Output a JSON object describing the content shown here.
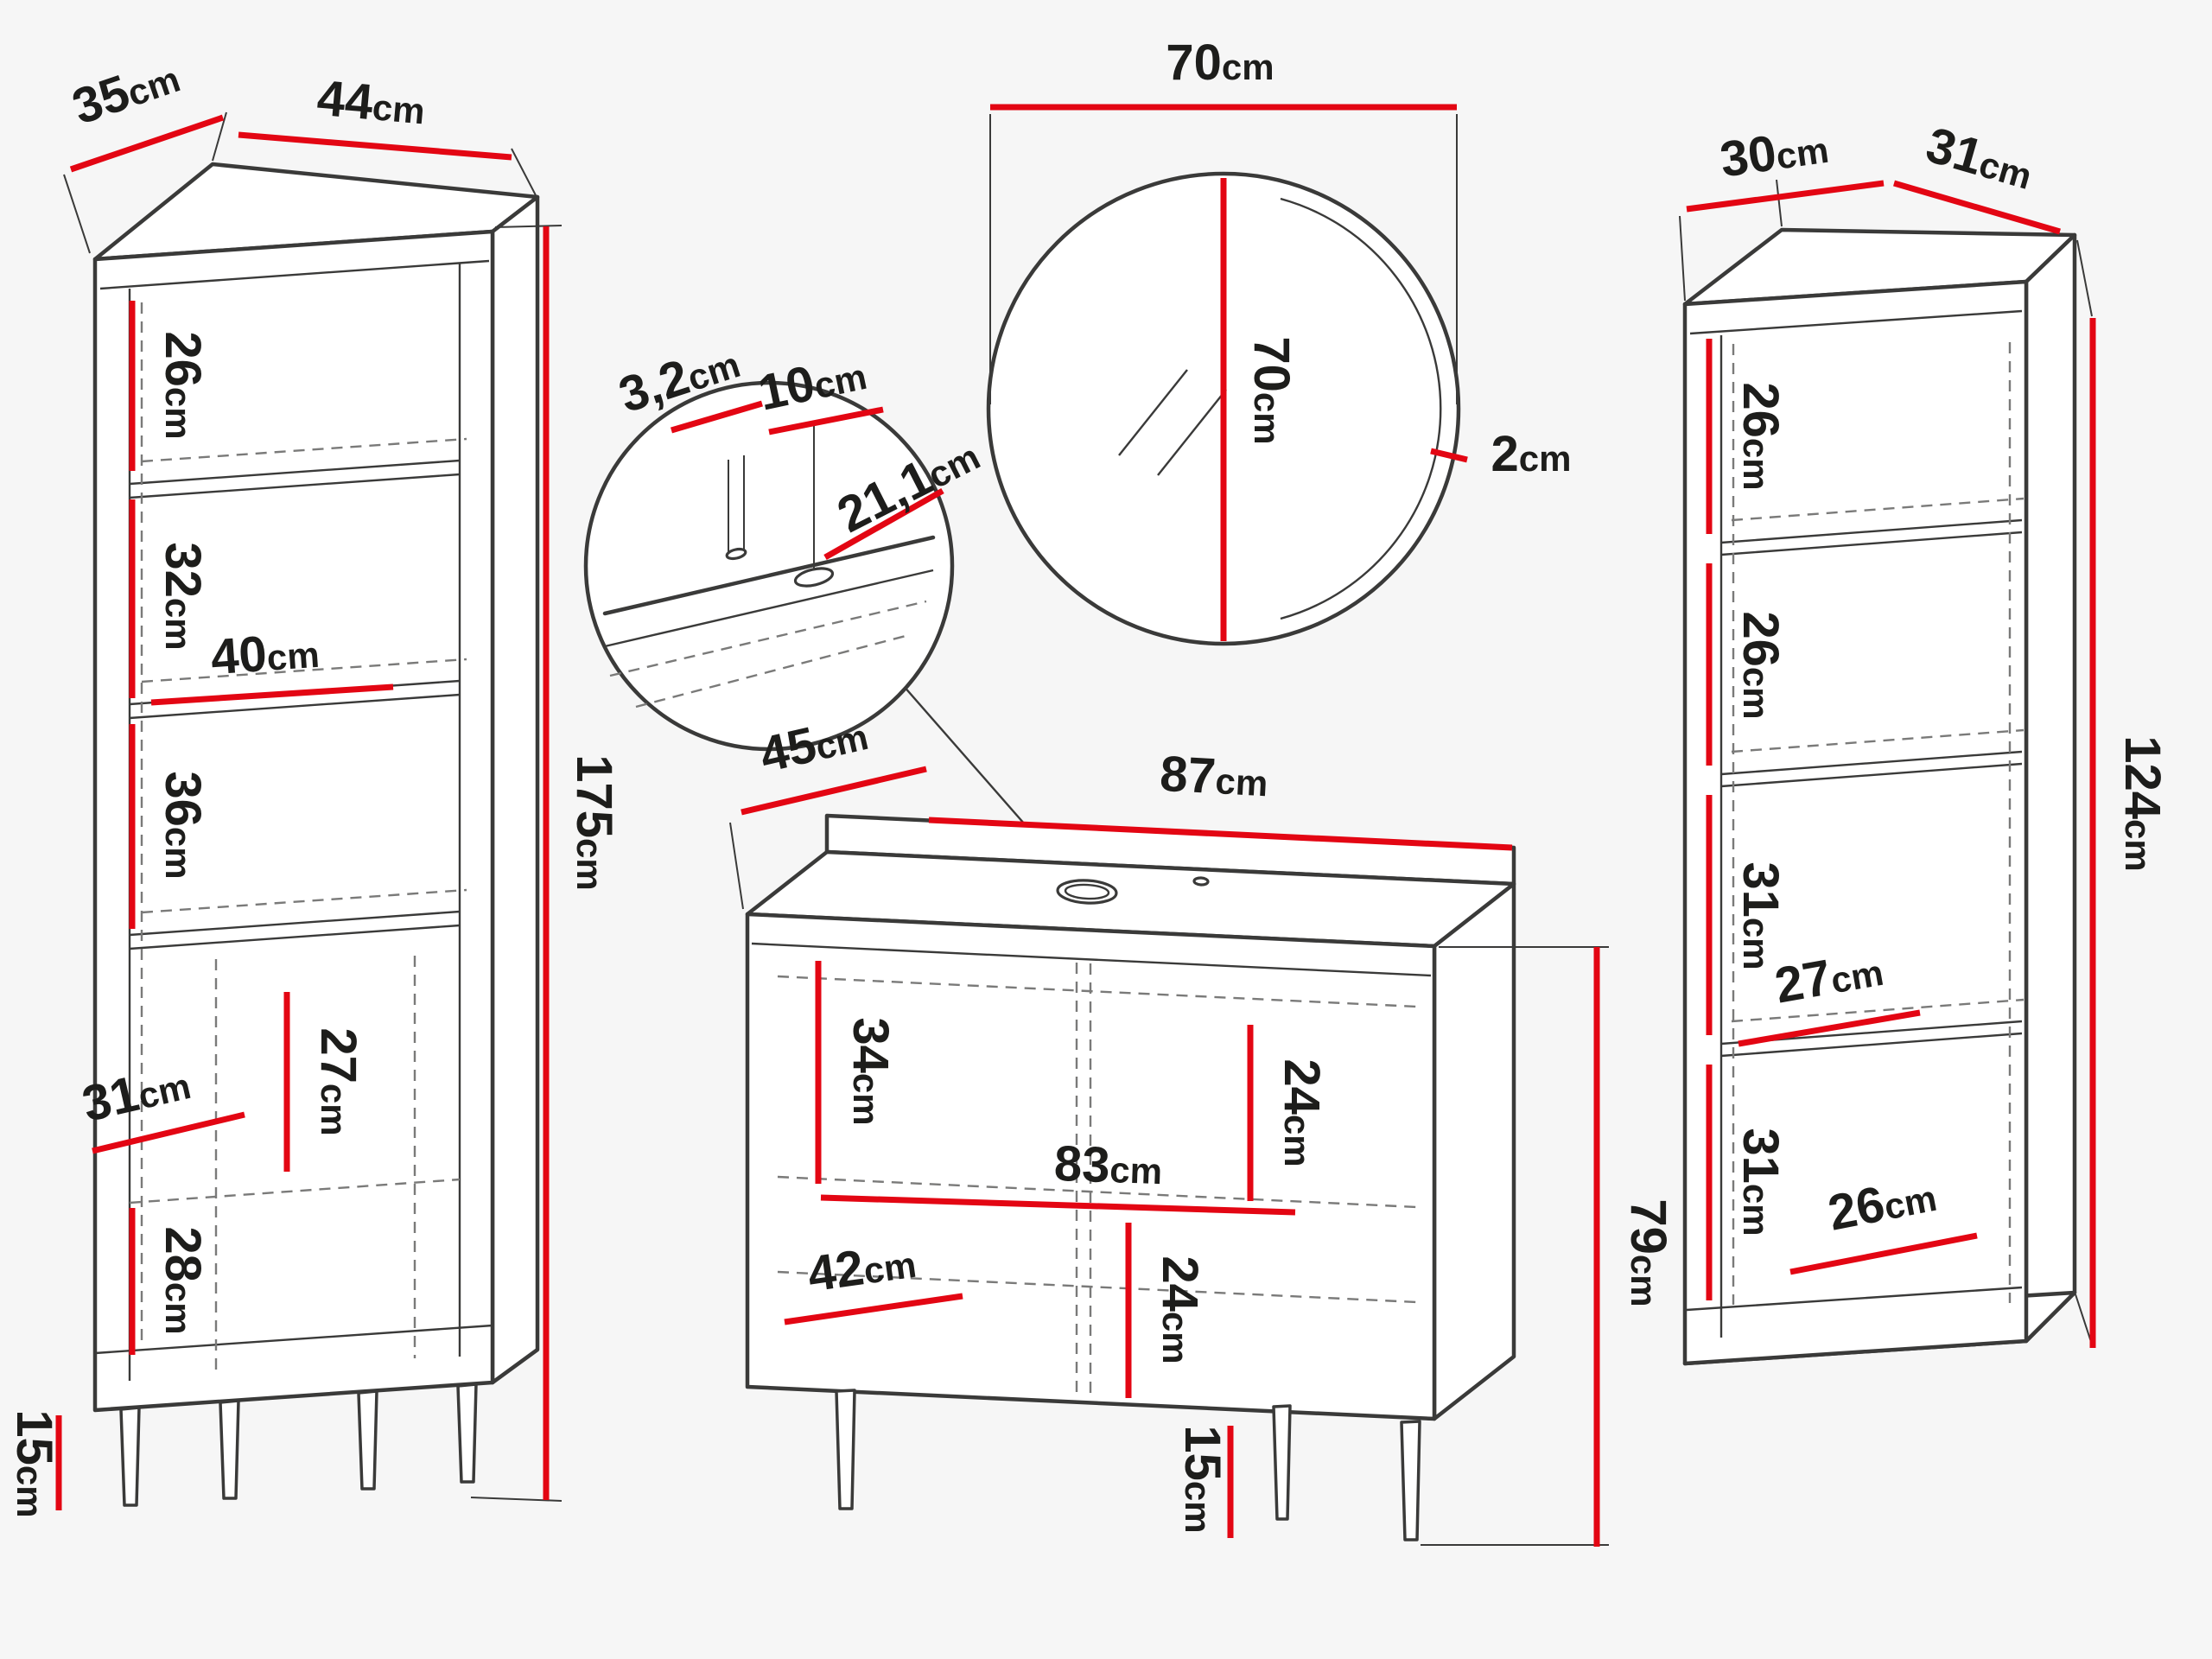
{
  "meta": {
    "colors": {
      "dimension_red": "#e30613",
      "outline": "#3a3a39",
      "text": "#1d1d1b",
      "background": "#f6f6f6"
    }
  },
  "left_cabinet": {
    "depth": {
      "v": "35",
      "u": "cm"
    },
    "width": {
      "v": "44",
      "u": "cm"
    },
    "height": {
      "v": "175",
      "u": "cm"
    },
    "s1": {
      "v": "26",
      "u": "cm"
    },
    "s2": {
      "v": "32",
      "u": "cm"
    },
    "shelf_width": {
      "v": "40",
      "u": "cm"
    },
    "s3": {
      "v": "36",
      "u": "cm"
    },
    "s4": {
      "v": "27",
      "u": "cm"
    },
    "lower_width": {
      "v": "31",
      "u": "cm"
    },
    "s5": {
      "v": "28",
      "u": "cm"
    },
    "legs": {
      "v": "15",
      "u": "cm"
    }
  },
  "mirror": {
    "width": {
      "v": "70",
      "u": "cm"
    },
    "height": {
      "v": "70",
      "u": "cm"
    },
    "thickness": {
      "v": "2",
      "u": "cm"
    }
  },
  "detail": {
    "hole_diameter": {
      "v": "3,2",
      "u": "cm"
    },
    "hole_spacing": {
      "v": "10",
      "u": "cm"
    },
    "hole_offset": {
      "v": "21,1",
      "u": "cm"
    }
  },
  "vanity": {
    "depth": {
      "v": "45",
      "u": "cm"
    },
    "width": {
      "v": "87",
      "u": "cm"
    },
    "height": {
      "v": "79",
      "u": "cm"
    },
    "upper_height": {
      "v": "34",
      "u": "cm"
    },
    "right_upper": {
      "v": "24",
      "u": "cm"
    },
    "inner_width": {
      "v": "83",
      "u": "cm"
    },
    "right_lower": {
      "v": "24",
      "u": "cm"
    },
    "lower_width": {
      "v": "42",
      "u": "cm"
    },
    "legs": {
      "v": "15",
      "u": "cm"
    }
  },
  "right_cabinet": {
    "depth": {
      "v": "30",
      "u": "cm"
    },
    "width": {
      "v": "31",
      "u": "cm"
    },
    "height": {
      "v": "124",
      "u": "cm"
    },
    "s1": {
      "v": "26",
      "u": "cm"
    },
    "s2": {
      "v": "26",
      "u": "cm"
    },
    "s3": {
      "v": "31",
      "u": "cm"
    },
    "shelf_width": {
      "v": "27",
      "u": "cm"
    },
    "s4": {
      "v": "31",
      "u": "cm"
    },
    "bottom_width": {
      "v": "26",
      "u": "cm"
    }
  }
}
